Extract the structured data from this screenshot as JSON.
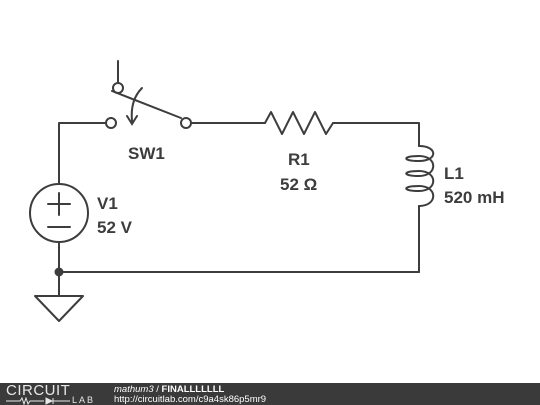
{
  "colors": {
    "wire": "#3d3d3d",
    "footer_bg": "#3a3a3a",
    "footer_text": "#ffffff"
  },
  "components": {
    "switch": {
      "name": "SW1"
    },
    "resistor": {
      "name": "R1",
      "value": "52 Ω"
    },
    "inductor": {
      "name": "L1",
      "value": "520 mH"
    },
    "source": {
      "name": "V1",
      "value": "52 V",
      "plus": "+",
      "minus": "−"
    }
  },
  "footer": {
    "logo_top": "CIRCUIT",
    "logo_bottom": "LAB",
    "author": "mathum3",
    "separator": " / ",
    "circuit_name": "FINALLLLLLL",
    "url": "http://circuitlab.com/c9a4sk86p5mr9"
  }
}
